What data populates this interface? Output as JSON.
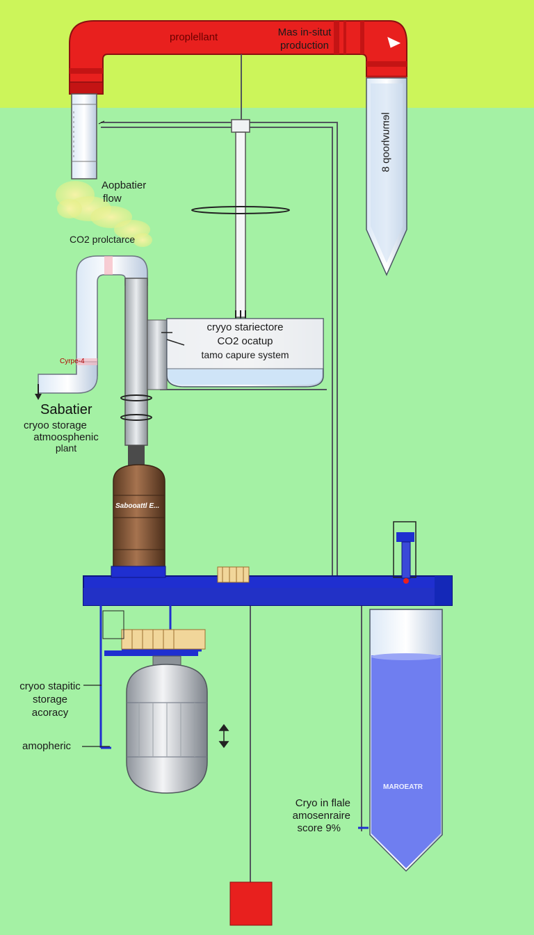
{
  "colors": {
    "sky": "#ccf55a",
    "ground": "#a4f1a4",
    "pipe_red": "#e8201e",
    "frame_blue": "#1f2fd0",
    "liquid_blue": "#6f7ef0",
    "tank_brown": "#8a5a3a"
  },
  "top_pipe": {
    "left_label": "proplellant",
    "right_label_line1": "Mas in-situt",
    "right_label_line2": "production"
  },
  "vertical_tube": {
    "label": "lemuvhoop 8"
  },
  "labels": {
    "flow_line1": "Aopbatier",
    "flow_line2": "flow",
    "co2_process": "CO2 prolctarce",
    "pipe_tag": "Cyrpe-4",
    "capture_line1": "cryyo stariectore",
    "capture_line2": "CO2 ocatup",
    "capture_line3": "tamo capure system",
    "sabatier_title": "Sabatier",
    "sabatier_line1": "cryoo storage",
    "sabatier_line2": "atmoosphenic",
    "sabatier_line3": "plant",
    "reactor_plate": "Sabooattl E...",
    "left_storage_line1": "cryoo stapitic",
    "left_storage_line2": "storage",
    "left_storage_line3": "acoracy",
    "amopheric": "amopheric",
    "right_tank_plate": "MAROEATR",
    "cryo_line1": "Cryo in flale",
    "cryo_line2": "amosenraire",
    "cryo_line3": "score 9%"
  }
}
